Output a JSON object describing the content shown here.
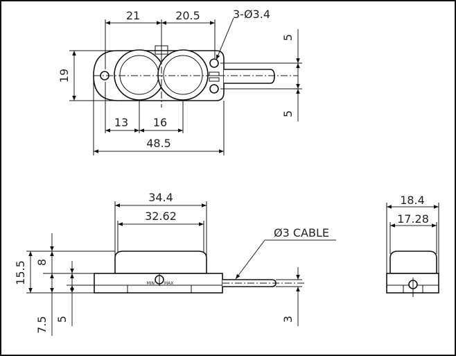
{
  "top_view": {
    "dim_left_width": "21",
    "dim_right_width": "20.5",
    "dim_holes": "3-Ø3.4",
    "dim_height": "19",
    "dim_hole_spacing_top": "5",
    "dim_hole_spacing_bottom": "5",
    "dim_hole_to_lens": "13",
    "dim_lens_pitch": "16",
    "dim_overall_length": "48.5"
  },
  "front_view": {
    "dim_top_outer": "34.4",
    "dim_top_inner": "32.62",
    "dim_cable": "Ø3 CABLE",
    "dim_total_height": "15.5",
    "dim_cover_height": "8",
    "dim_base_height": "7.5",
    "dim_base_inner": "5",
    "dim_cable_height": "3",
    "knob_min": "MIN",
    "knob_max": "MAX"
  },
  "side_view": {
    "dim_outer": "18.4",
    "dim_inner": "17.28"
  }
}
